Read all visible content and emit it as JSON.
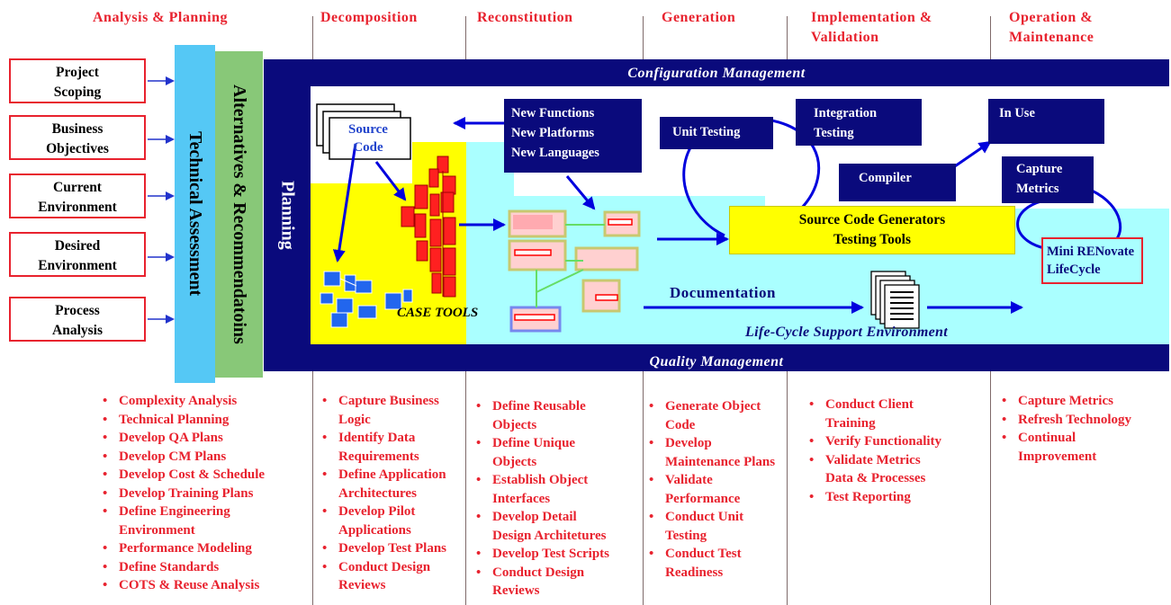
{
  "phases": [
    {
      "label": "Analysis  & Planning"
    },
    {
      "label": "Decomposition"
    },
    {
      "label": "Reconstitution"
    },
    {
      "label": "Generation"
    },
    {
      "label": "Implementation &"
    },
    {
      "label": "Validation"
    },
    {
      "label": "Operation &"
    },
    {
      "label": "Maintenance"
    }
  ],
  "inputs": [
    {
      "line1": "Project",
      "line2": "Scoping"
    },
    {
      "line1": "Business",
      "line2": "Objectives"
    },
    {
      "line1": "Current",
      "line2": "Environment"
    },
    {
      "line1": "Desired",
      "line2": "Environment"
    },
    {
      "line1": "Process",
      "line2": "Analysis"
    }
  ],
  "bars": {
    "technical_assessment": "Technical Assessment",
    "alternatives": "Alternatives & Recommendatoins",
    "planning": "Planning"
  },
  "config_management": "Configuration Management",
  "quality_management": "Quality Management",
  "source_code": {
    "line1": "Source",
    "line2": "Code"
  },
  "case_tools": "CASE TOOLS",
  "new_box": {
    "line1": "New Functions",
    "line2": "New Platforms",
    "line3": "New Languages"
  },
  "unit_testing": "Unit Testing",
  "integration_testing": {
    "line1": "Integration",
    "line2": "Testing"
  },
  "in_use": "In Use",
  "compiler": "Compiler",
  "capture_metrics_box": {
    "line1": "Capture",
    "line2": "Metrics"
  },
  "generators": {
    "line1": "Source Code Generators",
    "line2": "Testing Tools"
  },
  "mini_renovate": {
    "line1": "Mini RENovate",
    "line2": "LifeCycle"
  },
  "documentation": "Documentation",
  "lifecycle_env": "Life-Cycle Support Environment",
  "activities": {
    "analysis": [
      "Complexity Analysis",
      "Technical Planning",
      "Develop QA Plans",
      "Develop CM Plans",
      "Develop Cost & Schedule",
      "Develop Training Plans",
      "Define Engineering",
      "Performance Modeling",
      "Define Standards",
      "COTS & Reuse Analysis"
    ],
    "analysis_cont": "Environment",
    "decomposition": [
      {
        "text": "Capture Business",
        "cont": "Logic"
      },
      {
        "text": "Identify Data",
        "cont": "Requirements"
      },
      {
        "text": "Define Application",
        "cont": "Architectures"
      },
      {
        "text": "Develop Pilot",
        "cont": "Applications"
      },
      {
        "text": "Develop Test Plans",
        "cont": ""
      },
      {
        "text": "Conduct Design",
        "cont": "Reviews"
      }
    ],
    "reconstitution": [
      {
        "text": "Define Reusable",
        "cont": "Objects"
      },
      {
        "text": "Define Unique",
        "cont": "Objects"
      },
      {
        "text": "Establish Object",
        "cont": "Interfaces"
      },
      {
        "text": "Develop Detail",
        "cont": "Design Architetures"
      },
      {
        "text": "Develop Test Scripts",
        "cont": ""
      },
      {
        "text": "Conduct Design",
        "cont": "Reviews"
      }
    ],
    "generation": [
      {
        "text": "Generate Object",
        "cont": "Code"
      },
      {
        "text": "Develop",
        "cont": "Maintenance Plans"
      },
      {
        "text": " Validate",
        "cont": "Performance"
      },
      {
        "text": "Conduct Unit",
        "cont": "Testing"
      },
      {
        "text": "Conduct Test",
        "cont": "Readiness"
      }
    ],
    "implementation": [
      {
        "text": "Conduct Client",
        "cont": "Training"
      },
      {
        "text": "Verify Functionality",
        "cont": ""
      },
      {
        "text": "Validate Metrics",
        "cont": "Data & Processes"
      },
      {
        "text": "Test Reporting",
        "cont": ""
      }
    ],
    "operation": [
      {
        "text": "Capture Metrics",
        "cont": ""
      },
      {
        "text": "Refresh Technology",
        "cont": ""
      },
      {
        "text": "Continual",
        "cont": "Improvement"
      }
    ]
  },
  "colors": {
    "navy": "#0a0a7c",
    "red": "#e8222e",
    "yellow": "#ffff00",
    "cyan": "#aaffff",
    "blue_bar": "#55c8f5",
    "green_bar": "#88c878",
    "arrow_blue": "#0000dd"
  }
}
